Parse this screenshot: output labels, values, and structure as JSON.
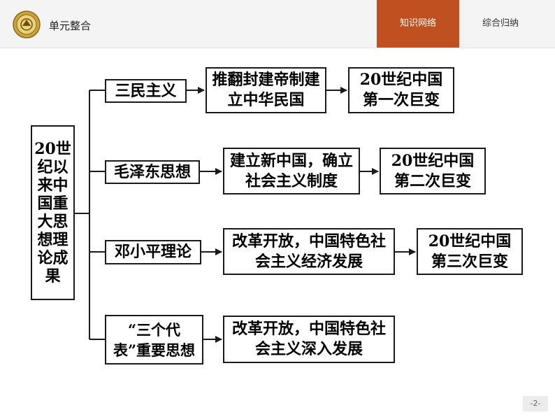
{
  "header": {
    "section_title": "单元整合",
    "tabs": [
      {
        "label": "知识网络",
        "active": true
      },
      {
        "label": "综合归纳",
        "active": false
      }
    ],
    "accent_color": "#c0501f"
  },
  "diagram": {
    "root": "20世纪以来中国重大思想理论成果",
    "branches": [
      {
        "theory": "三民主义",
        "result": "推翻封建帝制建立中华民国",
        "change": "20世纪中国第一次巨变"
      },
      {
        "theory": "毛泽东思想",
        "result": "建立新中国，确立社会主义制度",
        "change": "20世纪中国第二次巨变"
      },
      {
        "theory": "邓小平理论",
        "result": "改革开放，中国特色社会主义经济发展",
        "change": "20世纪中国第三次巨变"
      },
      {
        "theory": "“三个代表”重要思想",
        "result": "改革开放，中国特色社会主义深入发展",
        "change": ""
      }
    ]
  },
  "footer": {
    "page_number": "-2-"
  }
}
